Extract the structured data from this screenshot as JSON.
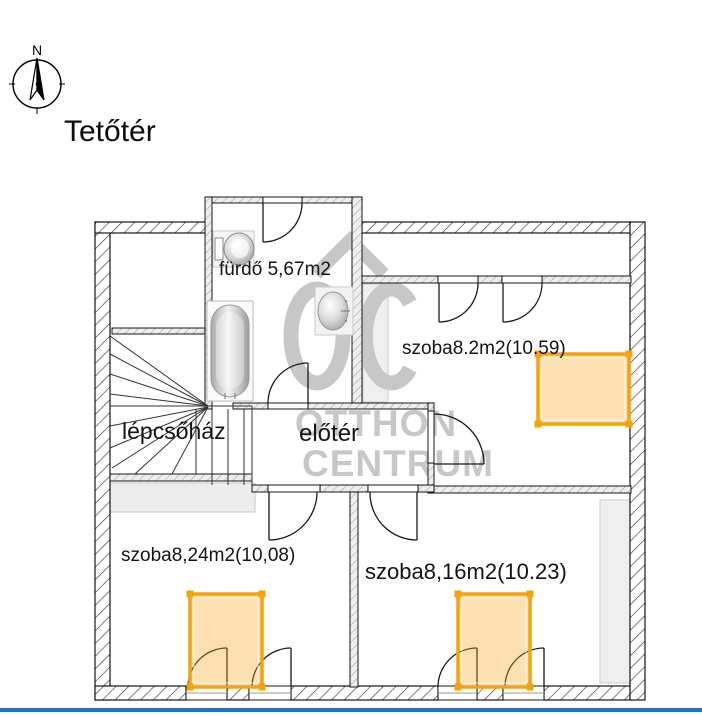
{
  "title": "Tetőtér",
  "compass": {
    "north_label": "N"
  },
  "watermark": {
    "monogram": "OC",
    "line1": "OTTHON",
    "line2": "CENTRUM"
  },
  "rooms": {
    "bathroom": {
      "label": "fürdő 5,67m2"
    },
    "room_ne": {
      "label": "szoba8.2m2(10.59)"
    },
    "staircase": {
      "label": "lépcsőház"
    },
    "hall": {
      "label": "előtér"
    },
    "room_sw": {
      "label": "szoba8,24m2(10,08)"
    },
    "room_se": {
      "label": "szoba8,16m2(10.23)"
    }
  },
  "colors": {
    "accent_blue": "#1B74C5",
    "highlight_orange": "#F2A30E",
    "highlight_fill": "#F7DCA8",
    "watermark_gray": "#C7C7C7",
    "zone_gray": "#EDEDED",
    "wall_black": "#000000"
  }
}
